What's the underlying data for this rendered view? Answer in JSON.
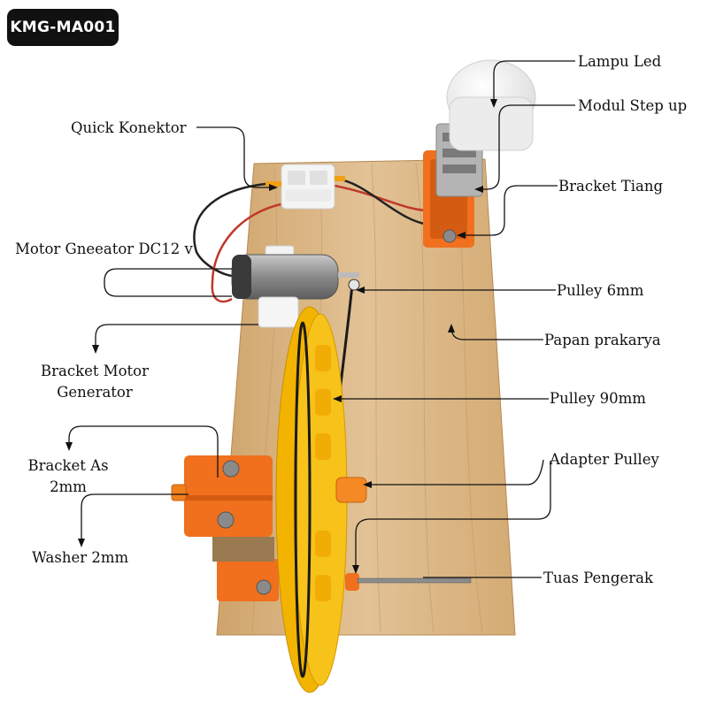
{
  "badge": "KMG-MA001",
  "labels": {
    "lampu_led": "Lampu Led",
    "modul_step_up": "Modul Step up",
    "quick_konektor": "Quick Konektor",
    "bracket_tiang": "Bracket Tiang",
    "motor_generator": "Motor Gneeator DC12 v",
    "pulley_6mm": "Pulley 6mm",
    "papan_prakarya": "Papan prakarya",
    "bracket_motor_line1": "Bracket Motor",
    "bracket_motor_line2": "Generator",
    "pulley_90mm": "Pulley 90mm",
    "bracket_as_line1": "Bracket As",
    "bracket_as_line2": "2mm",
    "adapter_pulley": "Adapter Pulley",
    "washer": "Washer 2mm",
    "tuas_pengerak": "Tuas Pengerak"
  },
  "colors": {
    "board": "#d9b583",
    "orange_part": "#f0701e",
    "yellow_pulley": "#f7c21a",
    "belt": "#1a1a1a",
    "motor": "#9a9a9a",
    "led": "#f1f1f1"
  }
}
